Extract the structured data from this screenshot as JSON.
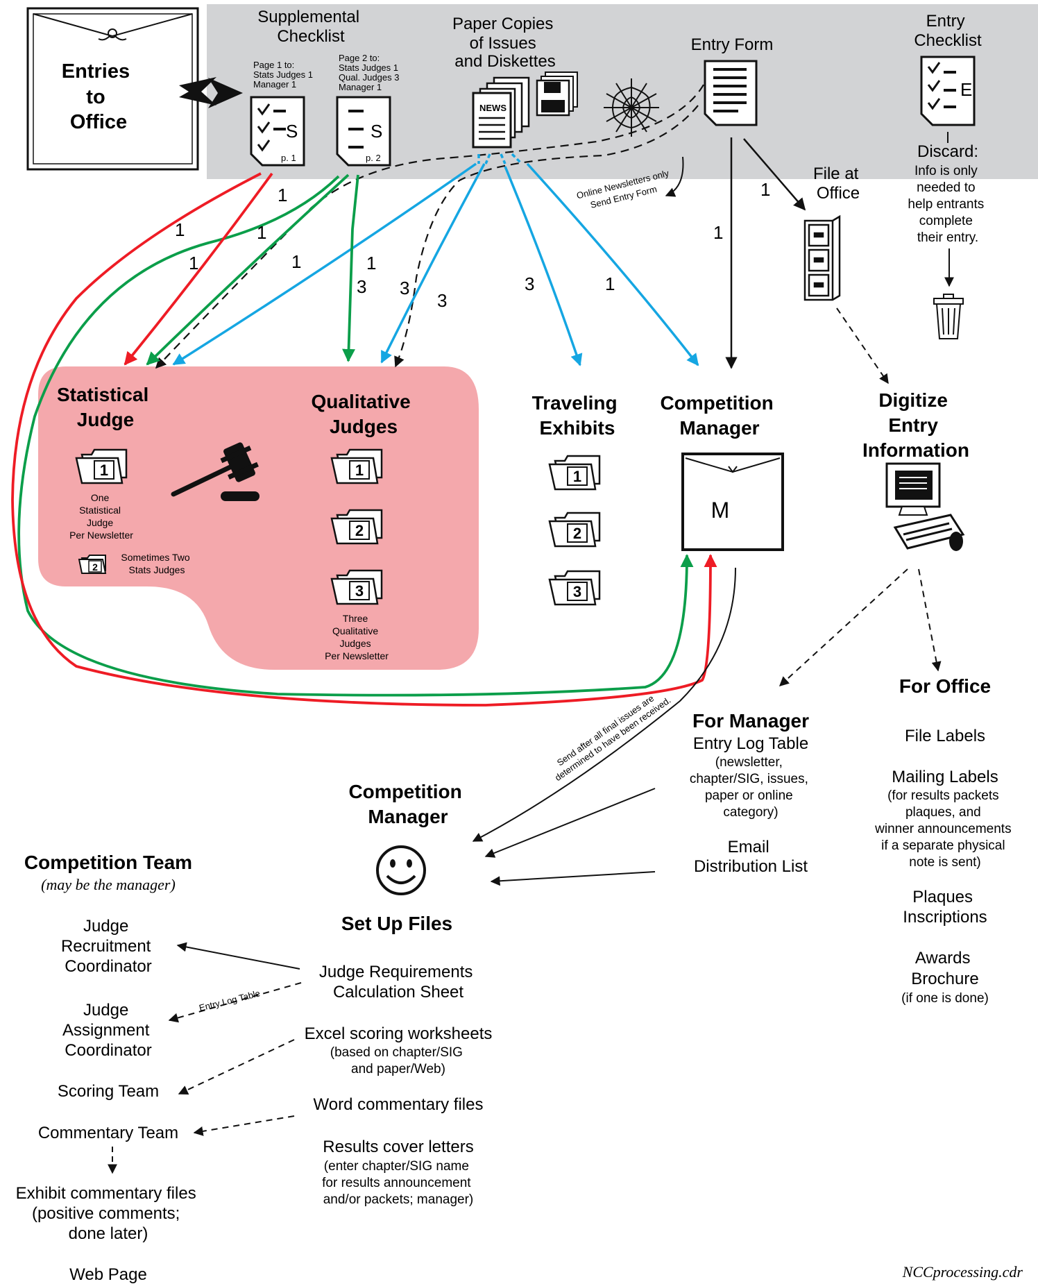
{
  "colors": {
    "band": "#d2d3d5",
    "judges_region": "#f4a8ac",
    "red_flow": "#ee1c25",
    "green_flow": "#0b9e4a",
    "blue_flow": "#15a6e2",
    "black": "#111111"
  },
  "entries": {
    "title_lines": [
      "Entries",
      "to",
      "Office"
    ]
  },
  "supplemental": {
    "title_lines": [
      "Supplemental",
      "Checklist"
    ],
    "page1_lines": [
      "Page 1 to:",
      "Stats Judges 1",
      "Manager 1"
    ],
    "page2_lines": [
      "Page 2 to:",
      "Stats Judges 1",
      "Qual. Judges 3",
      "Manager 1"
    ],
    "doc_letter": "S",
    "page1_label": "p. 1",
    "page2_label": "p. 2"
  },
  "paper_copies": {
    "title_lines": [
      "Paper Copies",
      "of Issues",
      "and Diskettes"
    ],
    "news_label": "NEWS"
  },
  "entry_form": {
    "title": "Entry Form"
  },
  "entry_checklist": {
    "title_lines": [
      "Entry",
      "Checklist"
    ],
    "doc_letter": "E",
    "discard_title": "Discard:",
    "discard_lines": [
      "Info is only",
      "needed to",
      "help entrants",
      "complete",
      "their entry."
    ]
  },
  "online_note": [
    "Online Newsletters only",
    "Send Entry Form"
  ],
  "file_at_office": [
    "File at",
    "Office"
  ],
  "counts": {
    "red_a": "1",
    "red_b": "1",
    "green_a": "1",
    "green_b": "1",
    "green_qual": "3",
    "black_dash": "1",
    "blue_stats": "1",
    "blue_qual": "3",
    "black_dash_qual": "3",
    "blue_exhibits": "3",
    "blue_manager": "1",
    "form_manager": "1",
    "form_file": "1"
  },
  "statistical_judge": {
    "title_lines": [
      "Statistical",
      "Judge"
    ],
    "folder_label": "1",
    "caption_lines": [
      "One",
      "Statistical",
      "Judge",
      "Per Newsletter"
    ],
    "folder2_label": "2",
    "folder2_caption_lines": [
      "Sometimes Two",
      "Stats Judges"
    ]
  },
  "qualitative_judges": {
    "title_lines": [
      "Qualitative",
      "Judges"
    ],
    "folders": [
      "1",
      "2",
      "3"
    ],
    "caption_lines": [
      "Three",
      "Qualitative",
      "Judges",
      "Per Newsletter"
    ]
  },
  "traveling_exhibits": {
    "title_lines": [
      "Traveling",
      "Exhibits"
    ],
    "folders": [
      "1",
      "2",
      "3"
    ]
  },
  "competition_manager_top": {
    "title_lines": [
      "Competition",
      "Manager"
    ],
    "envelope_letter": "M"
  },
  "digitize": {
    "title_lines": [
      "Digitize",
      "Entry",
      "Information"
    ]
  },
  "send_note": [
    "Send after all final issues are",
    "determined to have been received."
  ],
  "for_manager": {
    "title": "For Manager",
    "entry_log_title": "Entry Log Table",
    "entry_log_lines": [
      "(newsletter,",
      "chapter/SIG, issues,",
      "paper or online",
      "category)"
    ],
    "email_lines": [
      "Email",
      "Distribution List"
    ]
  },
  "for_office": {
    "title": "For Office",
    "file_labels": "File Labels",
    "mailing_title": "Mailing Labels",
    "mailing_lines": [
      "(for results packets",
      "plaques, and",
      "winner announcements",
      "if a separate physical",
      "note is sent)"
    ],
    "plaques_lines": [
      "Plaques",
      "Inscriptions"
    ],
    "awards_lines": [
      "Awards",
      "Brochure"
    ],
    "awards_note": "(if one is done)"
  },
  "competition_manager_bottom": {
    "title_lines": [
      "Competition",
      "Manager"
    ]
  },
  "setup": {
    "title": "Set Up Files",
    "judge_req_lines": [
      "Judge Requirements",
      "Calculation Sheet"
    ],
    "excel_title": "Excel scoring worksheets",
    "excel_lines": [
      "(based on chapter/SIG",
      "and paper/Web)"
    ],
    "word_title": "Word commentary files",
    "results_title": "Results cover letters",
    "results_lines": [
      "(enter chapter/SIG name",
      "for results announcement",
      "and/or packets; manager)"
    ]
  },
  "team": {
    "title": "Competition Team",
    "subtitle": "(may be the manager)",
    "recruit_lines": [
      "Judge",
      "Recruitment",
      "Coordinator"
    ],
    "assign_lines": [
      "Judge",
      "Assignment",
      "Coordinator"
    ],
    "scoring": "Scoring Team",
    "commentary": "Commentary Team",
    "exhibit_lines": [
      "Exhibit commentary files",
      "(positive comments;",
      "done later)"
    ],
    "web_page": "Web Page"
  },
  "entry_log_note": "Entry Log Table",
  "footer": "NCCprocessing.cdr"
}
